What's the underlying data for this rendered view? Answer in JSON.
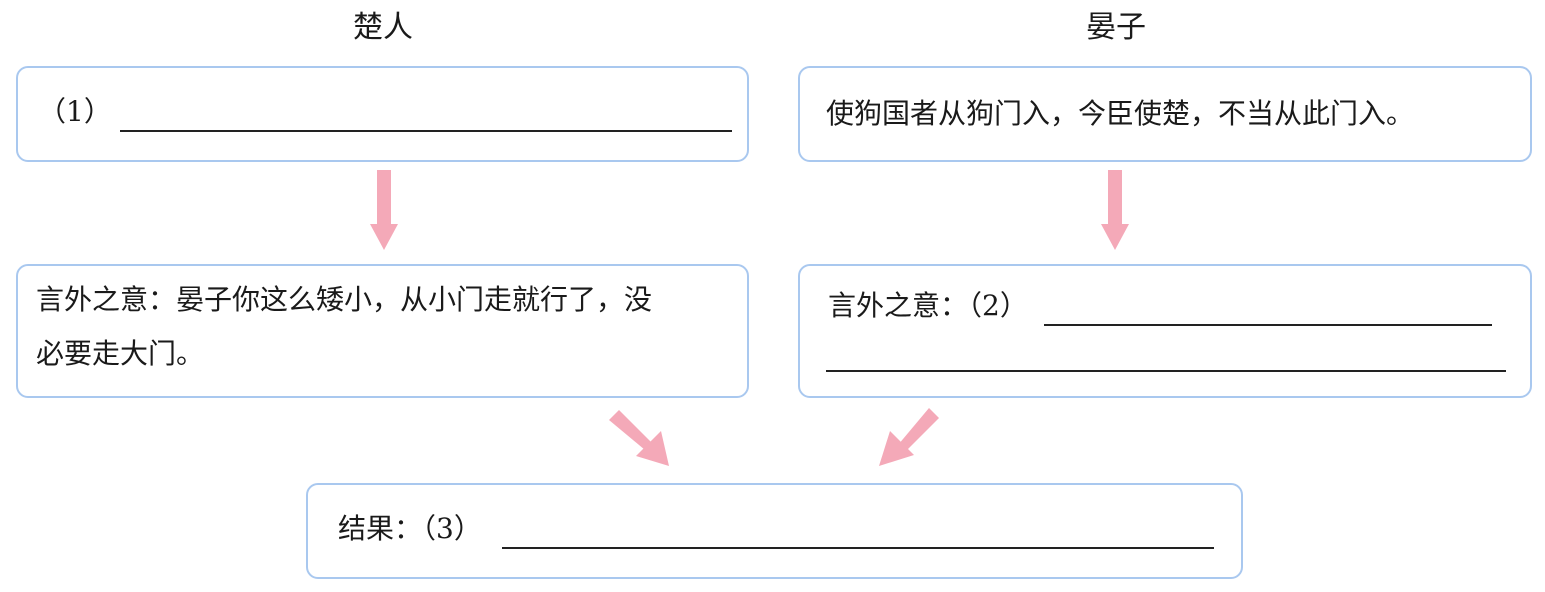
{
  "headings": {
    "left": "楚人",
    "right": "晏子"
  },
  "boxes": {
    "top_left": {
      "prefix": "（1）"
    },
    "top_right": {
      "text": "使狗国者从狗门入，今臣使楚，不当从此门入。"
    },
    "middle_left": {
      "line1": "言外之意：晏子你这么矮小，从小门走就行了，没",
      "line2": "必要走大门。"
    },
    "middle_right": {
      "prefix": "言外之意：（2）"
    },
    "bottom": {
      "prefix": "结果：（3）"
    }
  },
  "colors": {
    "box_border": "#a9c8ef",
    "arrow": "#f4a9b8"
  }
}
